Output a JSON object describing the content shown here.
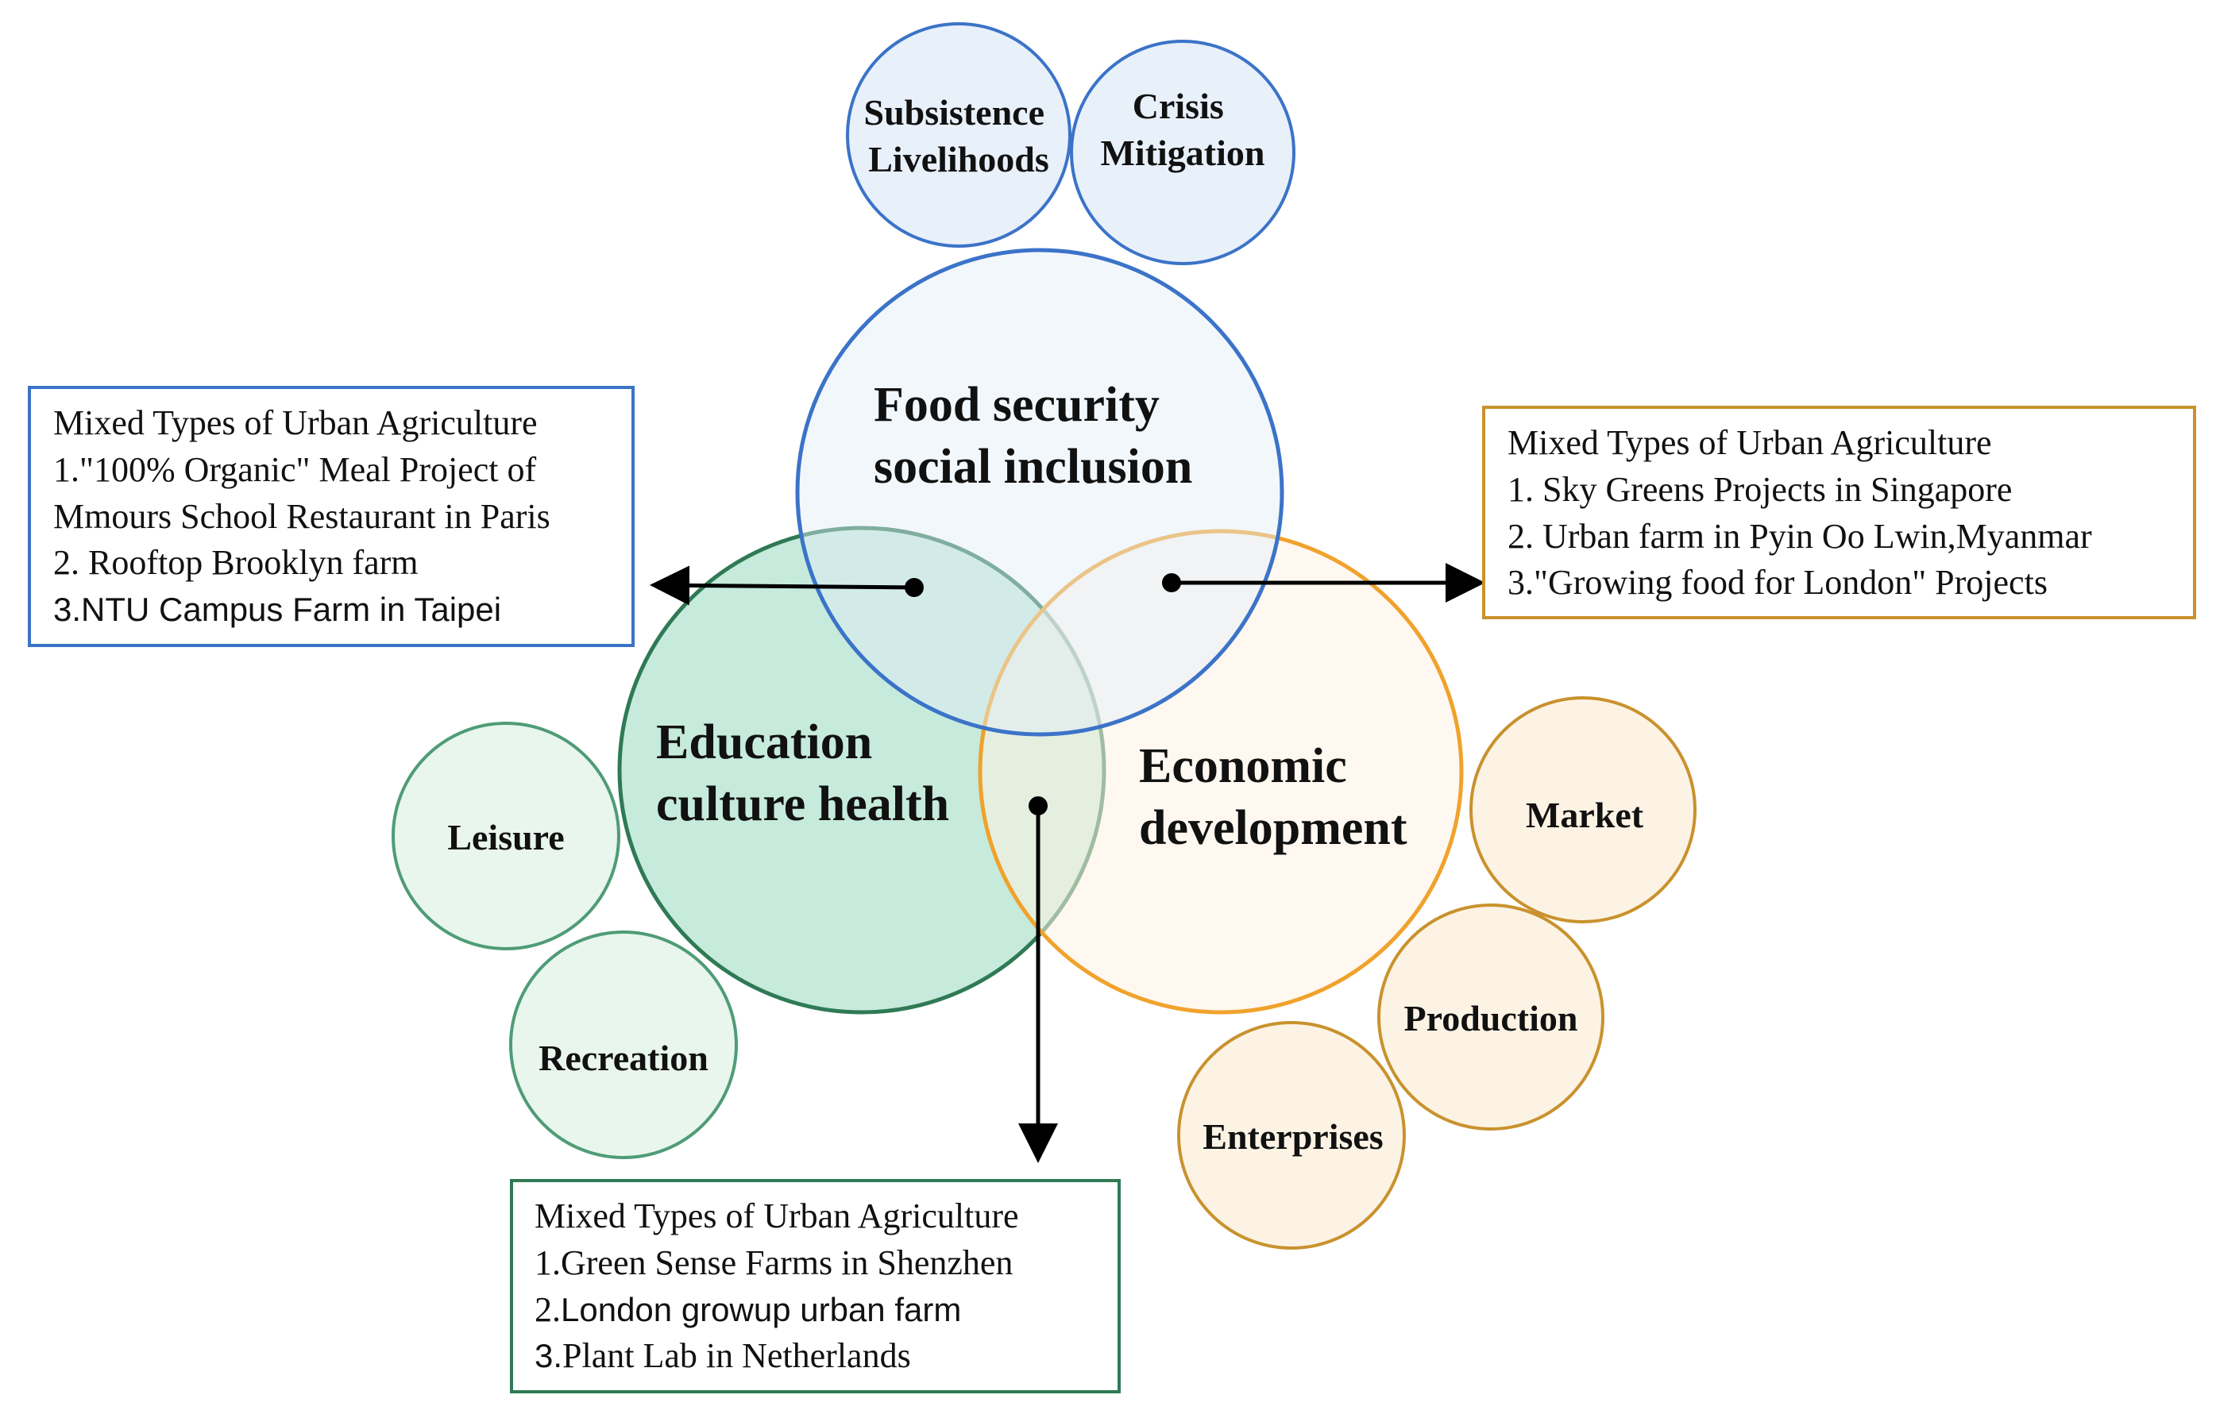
{
  "main_circles": {
    "food": {
      "line1": "Food security",
      "line2": "social inclusion"
    },
    "education": {
      "line1": "Education",
      "line2": "culture health"
    },
    "economic": {
      "line1": "Economic",
      "line2": "development"
    }
  },
  "satellite_circles": {
    "subsistence": {
      "line1": "Subsistence",
      "line2": "Livelihoods"
    },
    "crisis": {
      "line1": "Crisis",
      "line2": "Mitigation"
    },
    "leisure": "Leisure",
    "recreation": "Recreation",
    "market": "Market",
    "production": "Production",
    "enterprises": "Enterprises"
  },
  "boxes": {
    "left": {
      "title": "Mixed Types of Urban Agriculture",
      "line1": "1.\"100% Organic\" Meal Project of",
      "line2": "Mmours School Restaurant in Paris",
      "line3": "2. Rooftop Brooklyn farm",
      "line4": "3.NTU Campus Farm in Taipei"
    },
    "right": {
      "title": "Mixed Types of Urban Agriculture",
      "line1": "1. Sky Greens Projects in Singapore",
      "line2": "2. Urban farm in Pyin Oo Lwin,Myanmar",
      "line3": "3.\"Growing food for London\" Projects"
    },
    "bottom": {
      "title": "Mixed Types of Urban Agriculture",
      "line1": "1.Green Sense Farms in Shenzhen",
      "line2_prefix": "2.",
      "line2_rest": "London growup urban farm",
      "line3_prefix": "3.",
      "line3_rest": "Plant Lab in Netherlands"
    }
  },
  "colors": {
    "blue_stroke": "#3b73c8",
    "blue_fill": "#e3edf8",
    "green_stroke": "#2f7a55",
    "green_fill": "#c6eadb",
    "green_light_fill": "#e8f6ee",
    "orange_stroke": "#f0a22c",
    "orange_fill": "#fdf3e4",
    "tan_stroke": "#c9922e"
  }
}
